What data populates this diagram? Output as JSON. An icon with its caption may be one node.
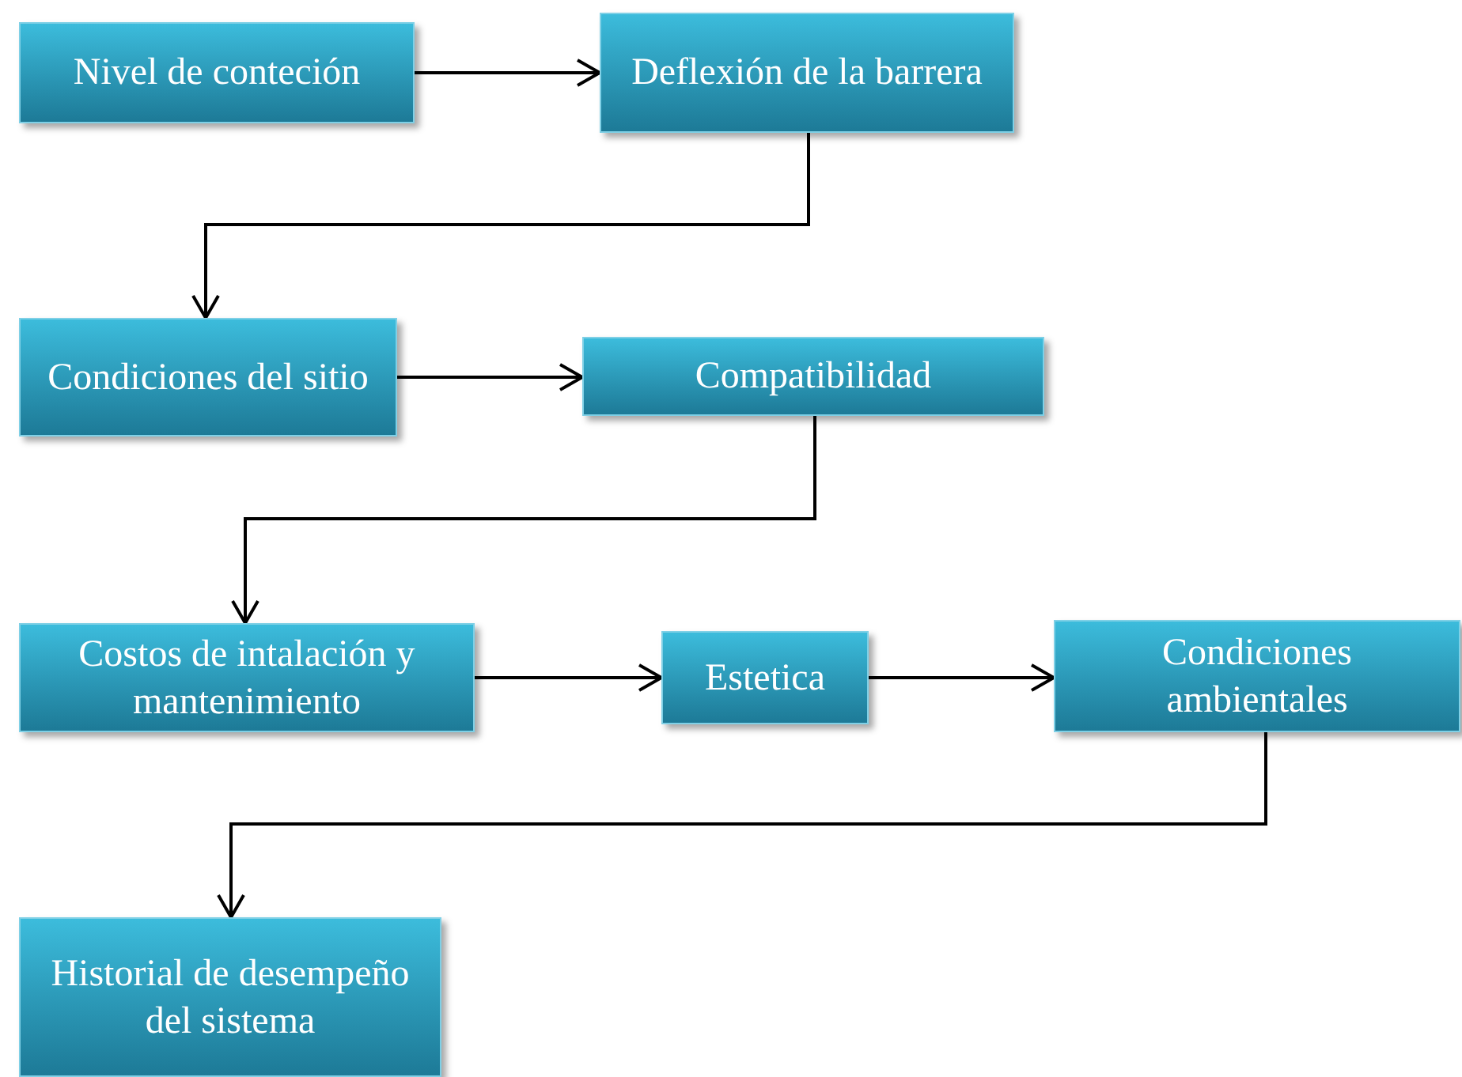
{
  "diagram": {
    "nodes": [
      {
        "text": [
          "Nivel de conteción"
        ]
      },
      {
        "text": [
          "Deflexión de la barrera"
        ]
      },
      {
        "text": [
          "Condiciones del sitio"
        ]
      },
      {
        "text": [
          "Compatibilidad"
        ]
      },
      {
        "text": [
          "Costos de intalación y mantenimiento"
        ]
      },
      {
        "text": [
          "Estetica"
        ]
      },
      {
        "text": [
          "Condiciones ambientales"
        ]
      },
      {
        "text": [
          "Historial de desempeño del sistema"
        ]
      }
    ],
    "edges": [
      {
        "from": 0,
        "to": 1,
        "arrow": "to"
      },
      {
        "from": 1,
        "to": 2,
        "arrow": "to"
      },
      {
        "from": 2,
        "to": 3,
        "arrow": "to"
      },
      {
        "from": 3,
        "to": 4,
        "arrow": "to"
      },
      {
        "from": 4,
        "to": 5,
        "arrow": "to"
      },
      {
        "from": 5,
        "to": 6,
        "arrow": "to"
      },
      {
        "from": 6,
        "to": 7,
        "arrow": "to"
      }
    ]
  }
}
